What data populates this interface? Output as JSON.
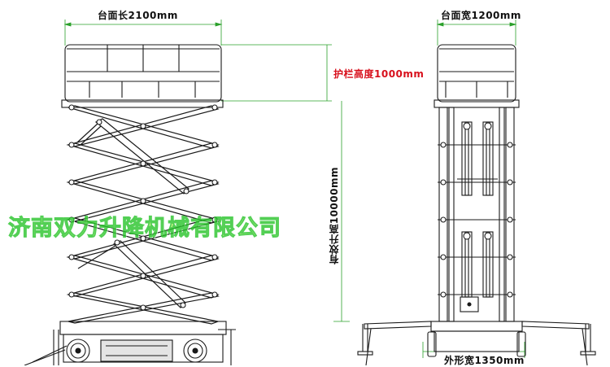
{
  "dimensions": {
    "platform_length": "台面长2100mm",
    "platform_width": "台面宽1200mm",
    "guardrail_height": "护栏高度1000mm",
    "lift_height": "有效升高10000mm",
    "overall_width": "外形宽1350mm"
  },
  "watermark": "济南双力升降机械有限公司",
  "colors": {
    "line": "#1a1a1a",
    "dimension_line": "#2aa02a",
    "highlight_text": "#d8101c",
    "watermark_fill": "#e6ff7a",
    "watermark_stroke": "#27c42a"
  }
}
